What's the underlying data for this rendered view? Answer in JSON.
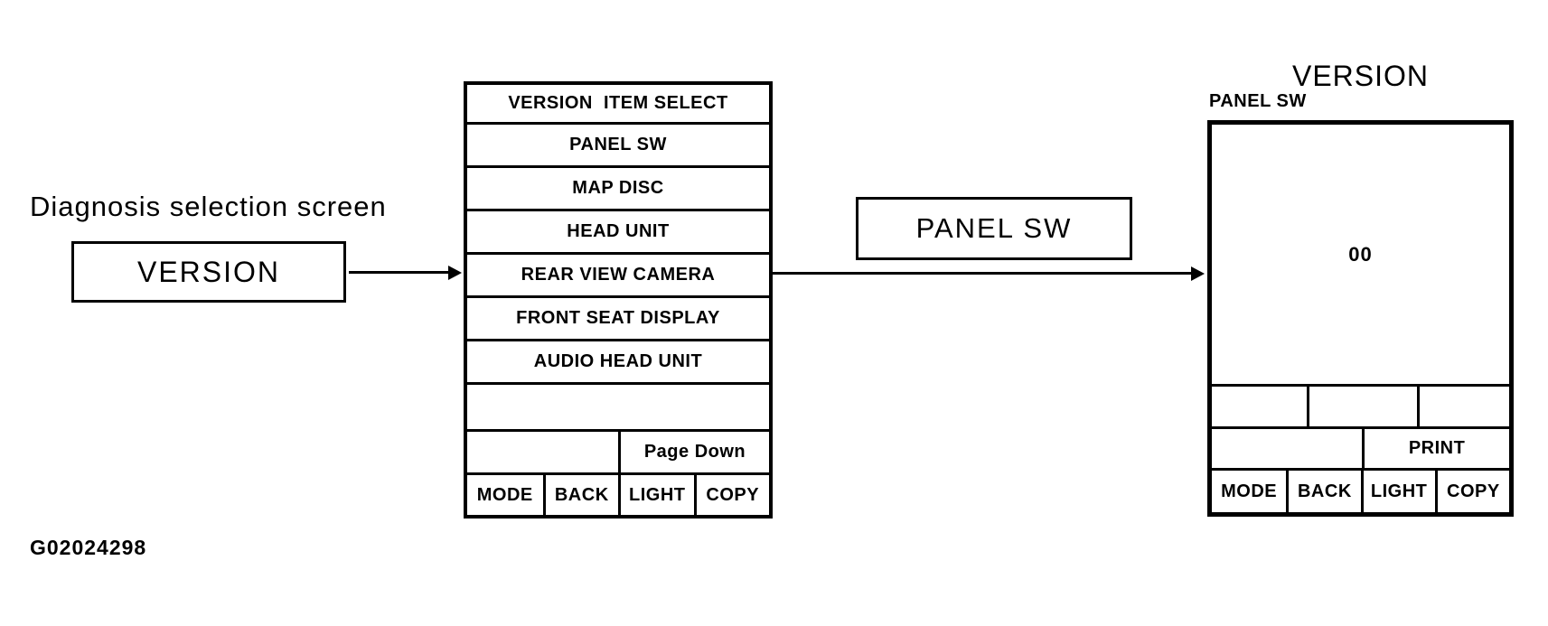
{
  "colors": {
    "ink": "#000000",
    "background": "#ffffff"
  },
  "caption": {
    "text": "Diagnosis selection screen"
  },
  "version_button": {
    "label": "VERSION"
  },
  "menu_screen": {
    "header": "VERSION  ITEM SELECT",
    "items": [
      "PANEL SW",
      "MAP DISC",
      "HEAD UNIT",
      "REAR VIEW CAMERA",
      "FRONT SEAT DISPLAY",
      "AUDIO HEAD UNIT"
    ],
    "page_down_label": "Page Down",
    "buttons": [
      "MODE",
      "BACK",
      "LIGHT",
      "COPY"
    ]
  },
  "transition_button": {
    "label": "PANEL SW"
  },
  "result_screen": {
    "title": "VERSION",
    "subtitle": "PANEL SW",
    "display_value": "00",
    "print_label": "PRINT",
    "buttons": [
      "MODE",
      "BACK",
      "LIGHT",
      "COPY"
    ]
  },
  "figure_id": "G02024298"
}
